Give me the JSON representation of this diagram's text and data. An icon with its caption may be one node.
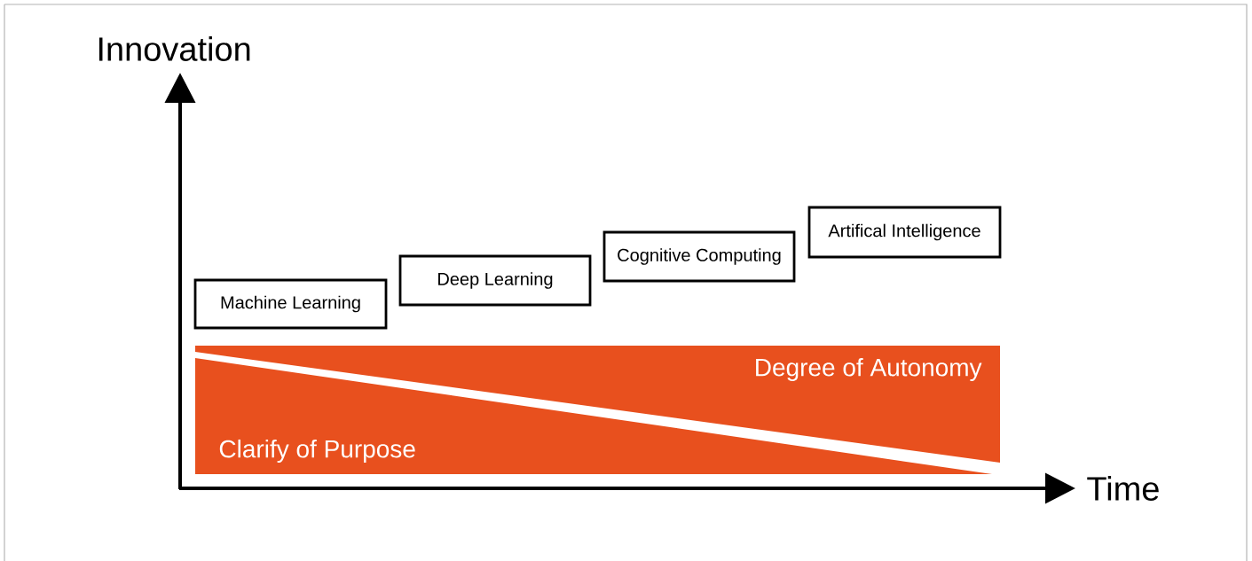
{
  "diagram": {
    "nodes": [
      {
        "text": [
          "Machine Learning"
        ]
      },
      {
        "text": [
          "Deep Learning"
        ]
      },
      {
        "text": [
          "Cognitive Computing"
        ]
      },
      {
        "text": [
          "Artifical Intelligence"
        ]
      },
      {
        "text": [
          "Degree of Autonomy"
        ]
      },
      {
        "text": [
          "Clarify of Purpose"
        ]
      }
    ],
    "labels": [
      "Innovation",
      "Time"
    ]
  }
}
